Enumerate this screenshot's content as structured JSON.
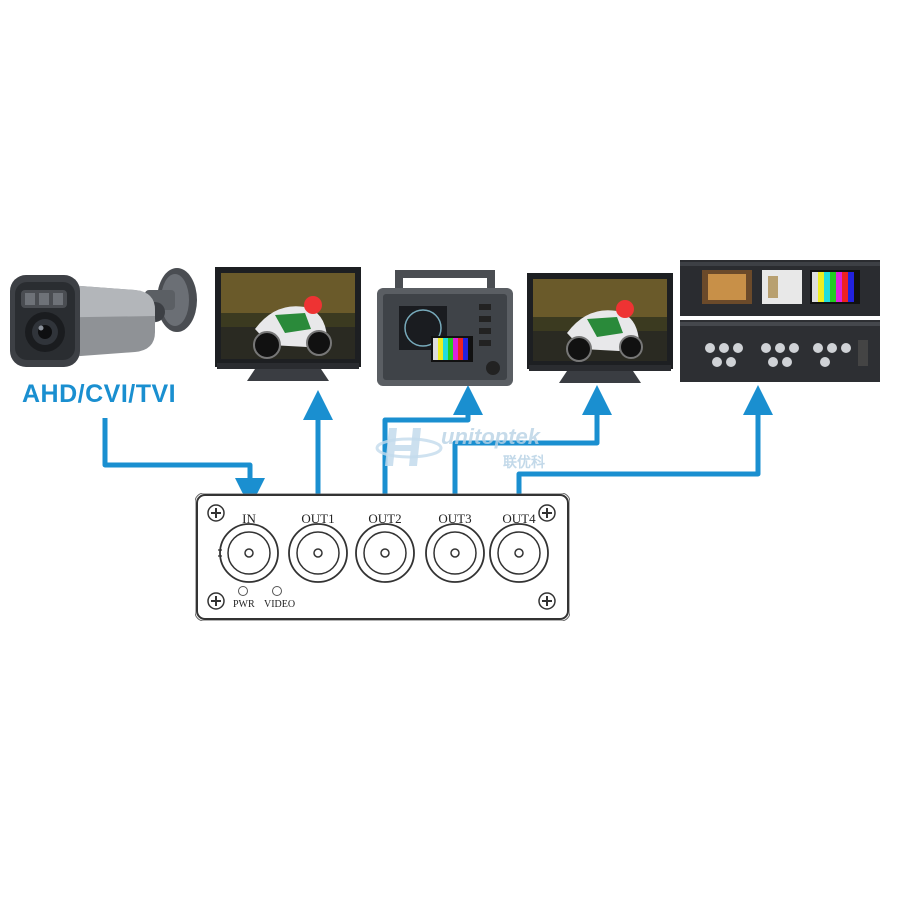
{
  "camera": {
    "label": "AHD/CVI/TVI"
  },
  "watermark": {
    "brand": "unitoptek",
    "sub": "联优科"
  },
  "splitter": {
    "ports": [
      {
        "label": "IN"
      },
      {
        "label": "OUT1"
      },
      {
        "label": "OUT2"
      },
      {
        "label": "OUT3"
      },
      {
        "label": "OUT4"
      }
    ],
    "leds": [
      {
        "label": "PWR"
      },
      {
        "label": "VIDEO"
      }
    ]
  },
  "colors": {
    "arrow": "#1a8fd0",
    "outline": "#333333",
    "label": "#1a8fd0"
  },
  "icons": [
    "cctv-bullet-camera-icon",
    "monitor-icon",
    "waveform-analyzer-icon",
    "rack-monitor-icon",
    "bnc-connector-icon",
    "mounting-screw-icon",
    "led-icon"
  ]
}
